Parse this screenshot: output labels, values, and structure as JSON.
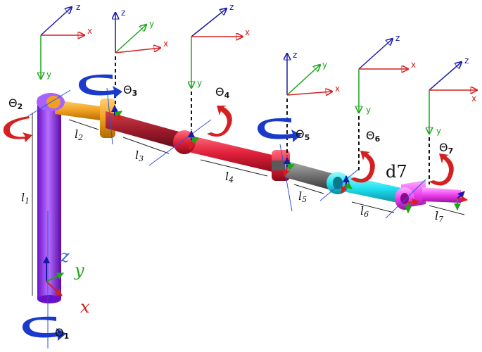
{
  "colors": {
    "z_axis": "#1a1aa6",
    "y_axis": "#1aa61a",
    "x_axis": "#d42020",
    "rotation_red": "#d42020",
    "rotation_blue": "#1a3acc",
    "link1": "#9b30ff",
    "link2": "#f0a020",
    "link3": "#9b1a2a",
    "link4": "#e0203a",
    "link5": "#707070",
    "link6": "#20e0f0",
    "link7": "#f040f0"
  },
  "frames": [
    {
      "z": "z",
      "y": "y",
      "x": "x"
    },
    {
      "z": "z",
      "y": "y",
      "x": "x"
    },
    {
      "z": "z",
      "y": "y",
      "x": "x"
    },
    {
      "z": "z",
      "y": "y",
      "x": "x"
    },
    {
      "z": "z",
      "y": "y",
      "x": "x"
    },
    {
      "z": "z",
      "y": "y",
      "x": "x"
    }
  ],
  "joints": {
    "theta1": {
      "symbol": "Θ",
      "sub": "1"
    },
    "theta2": {
      "symbol": "Θ",
      "sub": "2"
    },
    "theta3": {
      "symbol": "Θ",
      "sub": "3"
    },
    "theta4": {
      "symbol": "Θ",
      "sub": "4"
    },
    "theta5": {
      "symbol": "Θ",
      "sub": "5"
    },
    "theta6": {
      "symbol": "Θ",
      "sub": "6"
    },
    "theta7": {
      "symbol": "Θ",
      "sub": "7"
    }
  },
  "lengths": {
    "l1": {
      "symbol": "l",
      "sub": "1"
    },
    "l2": {
      "symbol": "l",
      "sub": "2"
    },
    "l3": {
      "symbol": "l",
      "sub": "3"
    },
    "l4": {
      "symbol": "l",
      "sub": "4"
    },
    "l5": {
      "symbol": "l",
      "sub": "5"
    },
    "l6": {
      "symbol": "l",
      "sub": "6"
    },
    "l7": {
      "symbol": "l",
      "sub": "7"
    },
    "d7": "d7"
  },
  "base_frame": {
    "z": "z",
    "y": "y",
    "x": "x"
  }
}
